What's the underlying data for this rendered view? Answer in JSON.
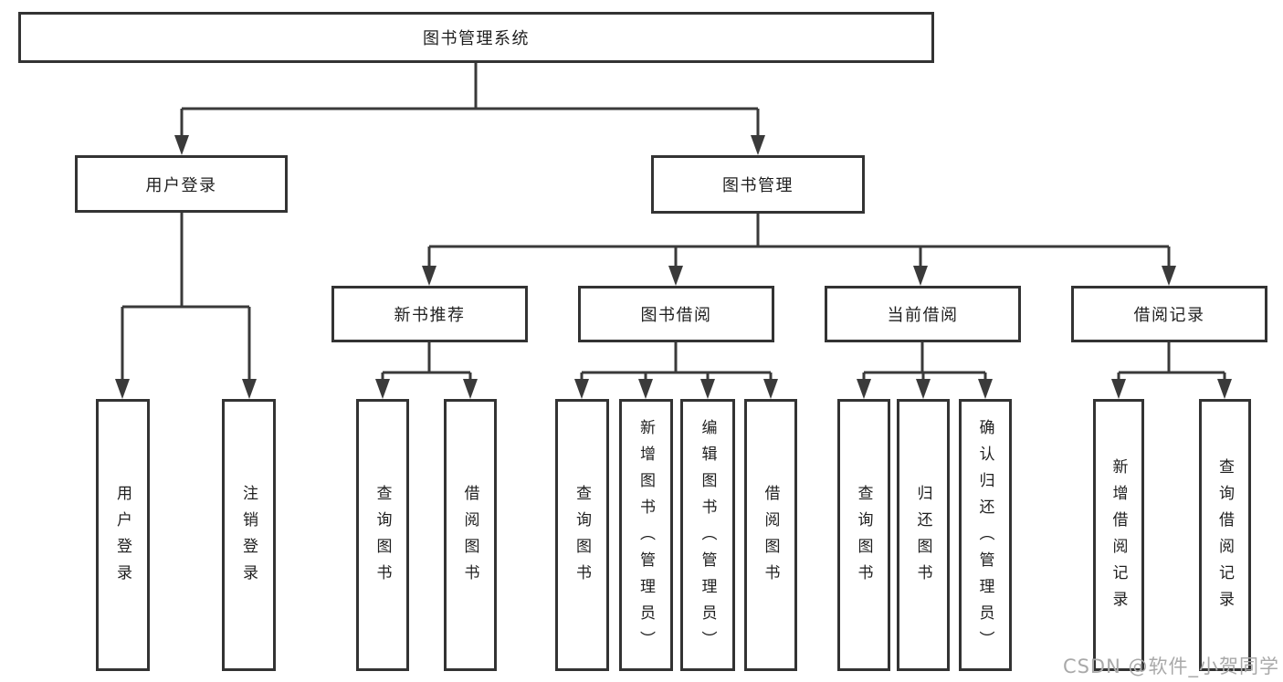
{
  "colors": {
    "line": "#3a3a3a",
    "border": "#333333",
    "box_bg": "#ffffff",
    "text": "#1f1f1f",
    "watermark": "#a9a9a9"
  },
  "nodes": {
    "root": "图书管理系统",
    "user_login_branch": "用户登录",
    "book_management": "图书管理",
    "new_book_recommend": "新书推荐",
    "book_borrowing": "图书借阅",
    "current_borrowing": "当前借阅",
    "borrowing_records": "借阅记录",
    "user_login": "用户登录",
    "logout": "注销登录",
    "nbr_query_books": "查询图书",
    "nbr_borrow_books": "借阅图书",
    "bb_query_books": "查询图书",
    "bb_add_books": "新增图书（管理员）",
    "bb_edit_books": "编辑图书（管理员）",
    "bb_borrow_books": "借阅图书",
    "cb_query_books": "查询图书",
    "cb_return_books": "归还图书",
    "cb_confirm_return": "确认归还（管理员）",
    "br_add_record": "新增借阅记录",
    "br_query_record": "查询借阅记录"
  },
  "watermark": "CSDN @软件_小贺同学"
}
